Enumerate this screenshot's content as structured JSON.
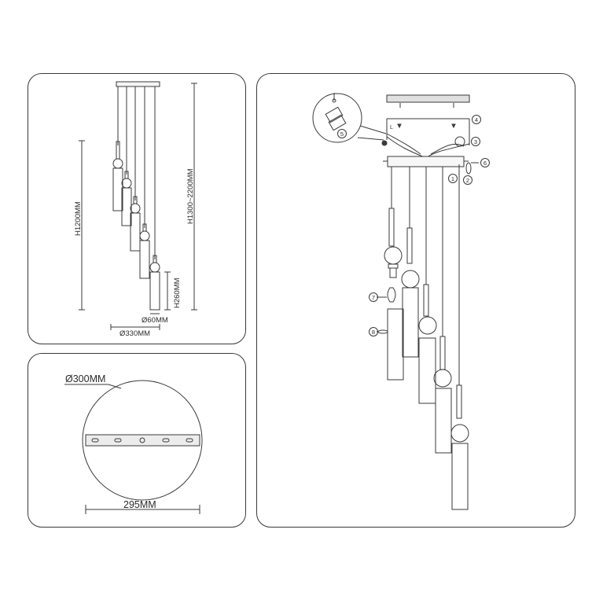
{
  "dimensions": {
    "overall_height": "H1300~2200MM",
    "cluster_height": "H1200MM",
    "shade_height": "H260MM",
    "shade_diameter": "Ø60MM",
    "cluster_diameter": "Ø330MM"
  },
  "canopy_plate": {
    "diameter": "Ø300MM",
    "bracket_length": "295MM"
  },
  "assembly": {
    "steps": [
      "1",
      "2",
      "4",
      "5",
      "6",
      "7",
      "8"
    ],
    "step_3": "3",
    "ceiling_mark": "L"
  }
}
